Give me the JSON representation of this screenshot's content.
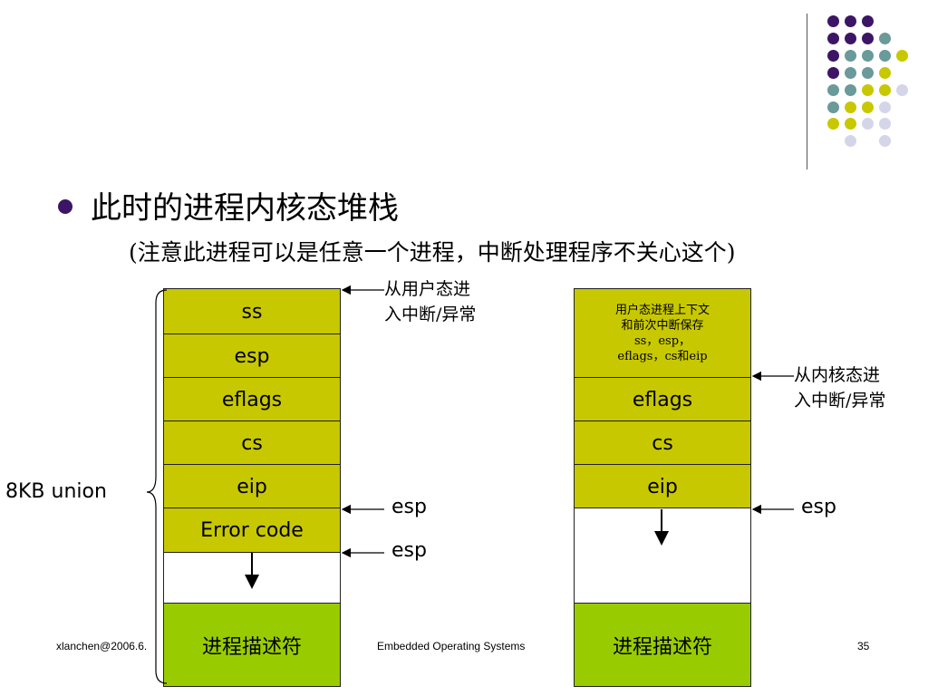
{
  "slide": {
    "title": "此时的进程内核态堆栈",
    "subtitle": "(注意此进程可以是任意一个进程，中断处理程序不关心这个)"
  },
  "left_stack": {
    "cells": [
      "ss",
      "esp",
      "eflags",
      "cs",
      "eip",
      "Error code",
      "",
      "进程描述符"
    ],
    "brace_label": "8KB union",
    "entry_note_line1": "从用户态进",
    "entry_note_line2": "入中断/异常",
    "esp_label_1": "esp",
    "esp_label_2": "esp"
  },
  "right_stack": {
    "saved_context_line1": "用户态进程上下文",
    "saved_context_line2": "和前次中断保存",
    "saved_context_line3": "ss，esp，",
    "saved_context_line4": "eflags，cs和eip",
    "cells": [
      "eflags",
      "cs",
      "eip",
      "",
      "进程描述符"
    ],
    "entry_note_line1": "从内核态进",
    "entry_note_line2": "入中断/异常",
    "esp_label": "esp"
  },
  "footer": {
    "author": "xlanchen@2006.6.",
    "course": "Embedded Operating Systems",
    "page": "35"
  },
  "colors": {
    "stack_yellow": "#c8c800",
    "descriptor_green": "#99cc00",
    "bullet_purple": "#3d1566",
    "dot_teal": "#6a9a9a",
    "dot_lavender": "#d5d5ea"
  },
  "decoration": {
    "icon": "dot-grid-ornament"
  }
}
